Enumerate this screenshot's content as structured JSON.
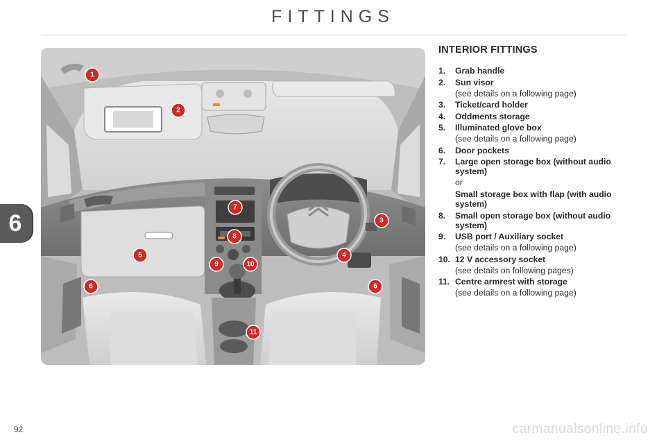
{
  "header": {
    "title": "FITTINGS"
  },
  "chapter": {
    "number": "6"
  },
  "panel": {
    "heading": "INTERIOR FITTINGS",
    "items": [
      {
        "num": "1.",
        "label": "Grab handle"
      },
      {
        "num": "2.",
        "label": "Sun visor",
        "note": "(see details on a following page)"
      },
      {
        "num": "3.",
        "label": "Ticket/card holder"
      },
      {
        "num": "4.",
        "label": "Oddments storage"
      },
      {
        "num": "5.",
        "label": "Illuminated glove box",
        "note": "(see details on a following page)"
      },
      {
        "num": "6.",
        "label": "Door pockets"
      },
      {
        "num": "7.",
        "label": "Large open storage box (without audio system)",
        "or": "or",
        "label2": "Small storage box with flap (with audio system)"
      },
      {
        "num": "8.",
        "label": "Small open storage box (without audio system)"
      },
      {
        "num": "9.",
        "label": "USB port / Auxiliary socket",
        "note": "(see details on a following page)"
      },
      {
        "num": "10.",
        "label": "12 V accessory socket",
        "note": "(see details on following pages)"
      },
      {
        "num": "11.",
        "label": "Centre armrest with storage",
        "note": "(see details on a following page)"
      }
    ]
  },
  "callouts": [
    "1",
    "2",
    "3",
    "4",
    "5",
    "6",
    "6",
    "7",
    "8",
    "9",
    "10",
    "11"
  ],
  "footer": {
    "page_number": "92",
    "watermark": "carmanualsonline.info"
  },
  "colors": {
    "callout": "#cf2a2a",
    "chapter_tab": "#5a5a5a",
    "title_rule": "#c9d3c0"
  }
}
